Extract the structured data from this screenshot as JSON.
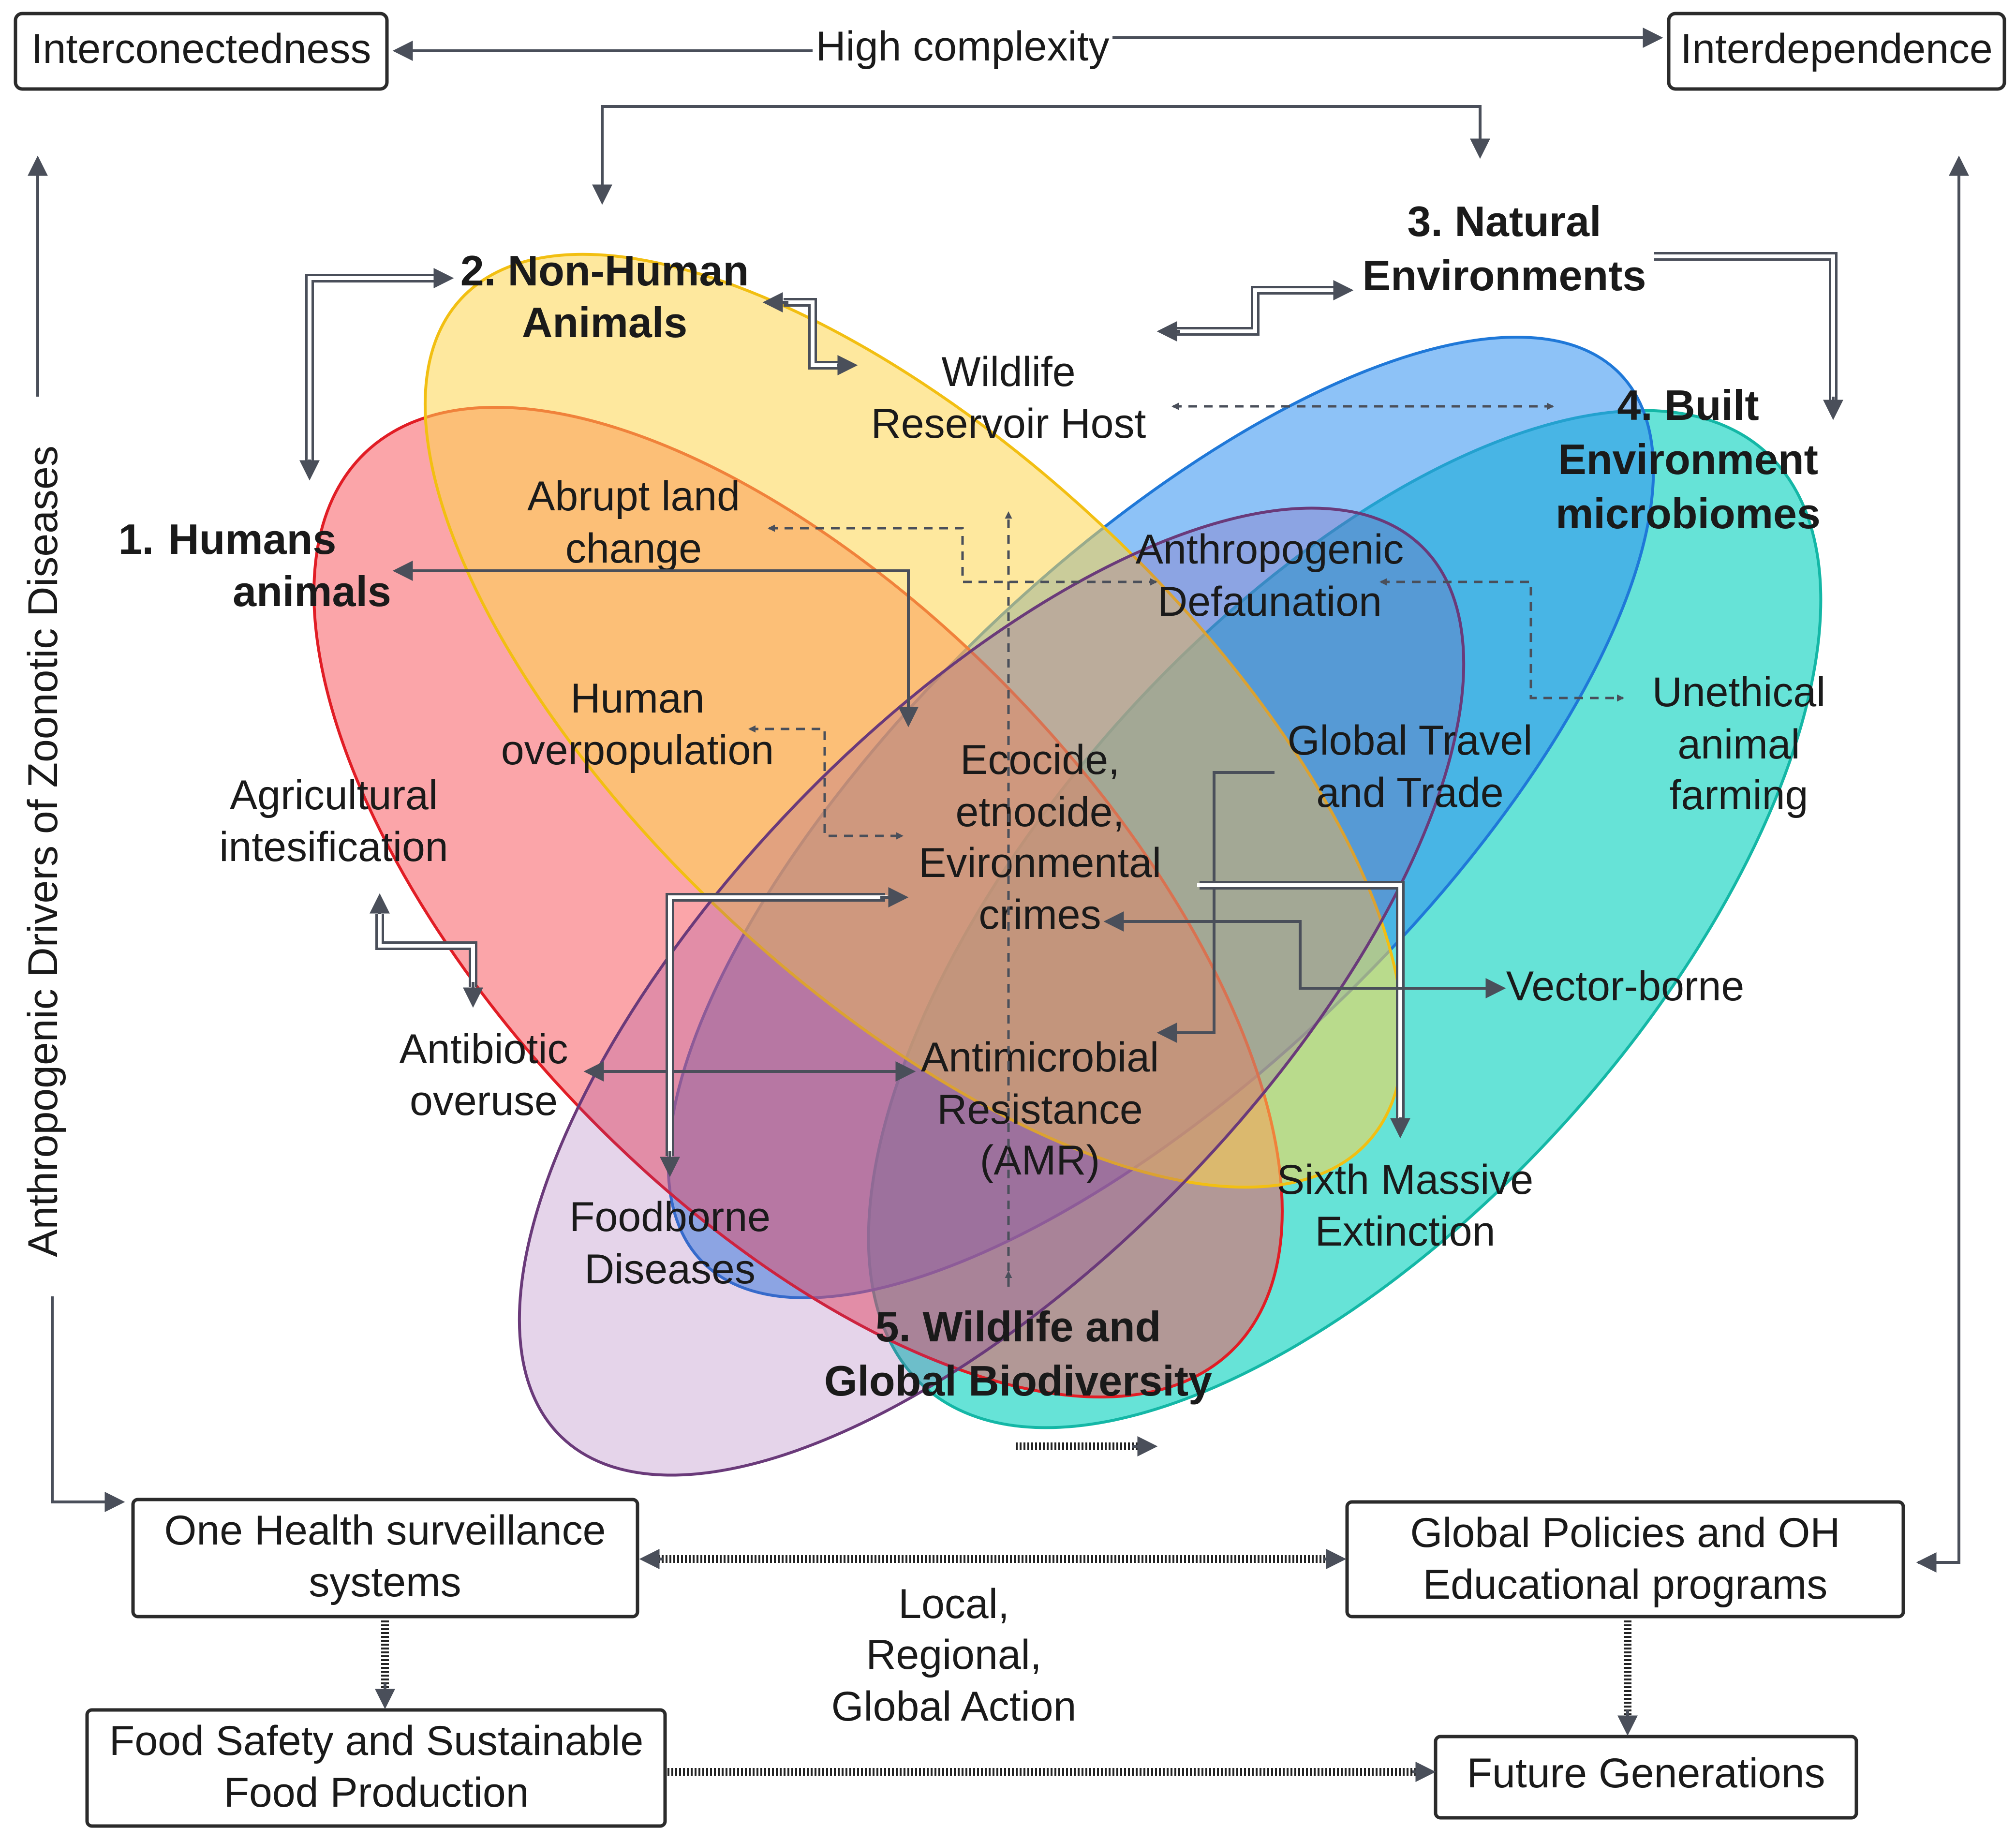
{
  "top": {
    "left_box": "Interconectedness",
    "center": "High complexity",
    "right_box": "Interdependence"
  },
  "side_label": "Anthropogenic Drivers of Zoonotic Diseases",
  "circles": {
    "humans": [
      "1.",
      "Humans",
      "animals"
    ],
    "non_human": [
      "2. Non-Human",
      "Animals"
    ],
    "natural": [
      "3. Natural",
      "Environments"
    ],
    "built": [
      "4. Built",
      "Environment",
      "microbiomes"
    ],
    "wildlife": [
      "5. Wildlife and",
      "Global Biodiversity"
    ]
  },
  "drivers": {
    "wildlife_reservoir": [
      "Wildlife",
      "Reservoir Host"
    ],
    "abrupt_land": [
      "Abrupt land",
      "change"
    ],
    "defaunation": [
      "Anthropogenic",
      "Defaunation"
    ],
    "overpopulation": [
      "Human",
      "overpopulation"
    ],
    "unethical": [
      "Unethical",
      "animal",
      "farming"
    ],
    "travel": [
      "Global Travel",
      "and Trade"
    ],
    "agricultural": [
      "Agricultural",
      "intesification"
    ],
    "ecocide": [
      "Ecocide,",
      "etnocide,",
      "Evironmental",
      "crimes"
    ],
    "vector": "Vector-borne",
    "antibiotic": [
      "Antibiotic",
      "overuse"
    ],
    "amr": [
      "Antimicrobial",
      "Resistance",
      "(AMR)"
    ],
    "sixth": [
      "Sixth Massive",
      "Extinction"
    ],
    "foodborne": [
      "Foodborne",
      "Diseases"
    ]
  },
  "bottom": {
    "surveillance": [
      "One Health surveillance",
      "systems"
    ],
    "policies": [
      "Global Policies and OH",
      "Educational programs"
    ],
    "action": [
      "Local,",
      "Regional,",
      "Global Action"
    ],
    "food_safety": [
      "Food Safety and Sustainable",
      "Food Production"
    ],
    "future": "Future Generations"
  },
  "colors": {
    "humans": "#f7525a",
    "non_human": "#fdd64f",
    "natural": "#2f8ff0",
    "built": "#1ed6c4",
    "wildlife": "#8a3aa0"
  }
}
